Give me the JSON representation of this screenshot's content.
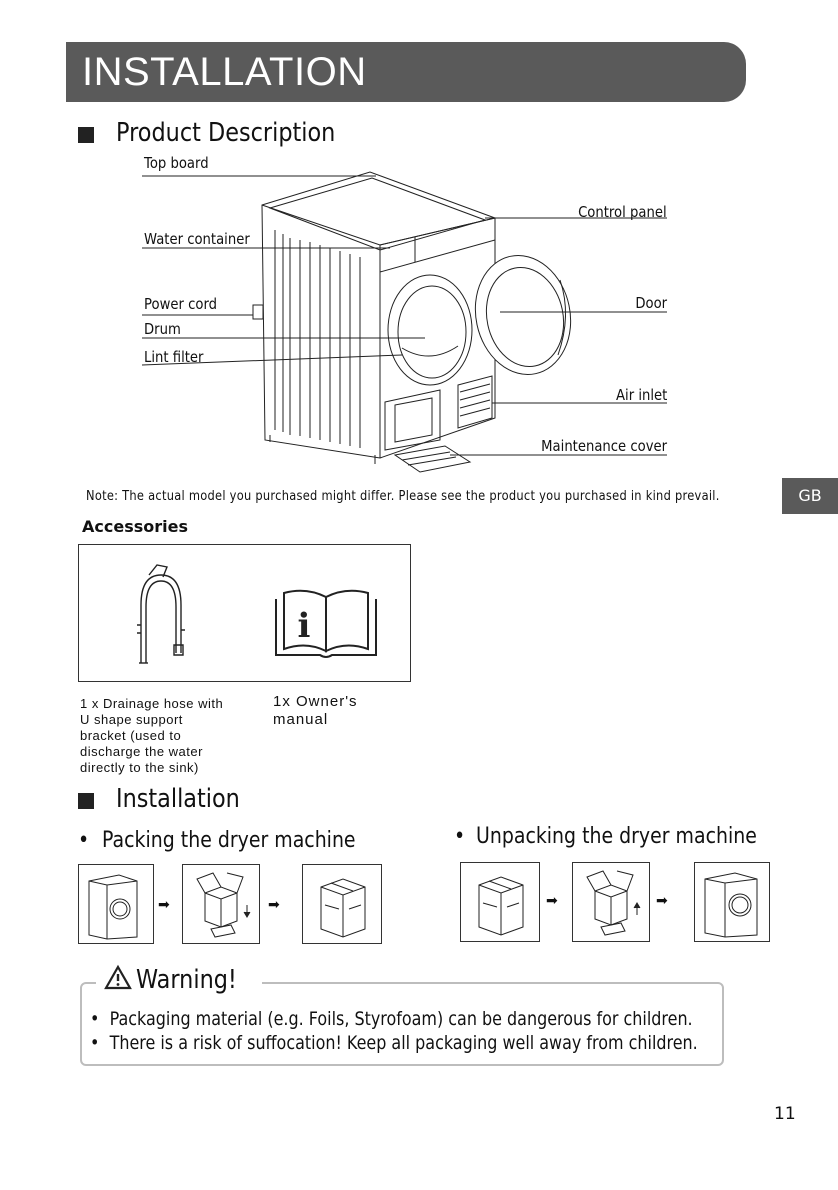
{
  "header": {
    "title": "INSTALLATION"
  },
  "product_description": {
    "heading": "Product Description",
    "labels": {
      "top_board": "Top  board",
      "water_container": "Water container",
      "power_cord": "Power cord",
      "drum": "Drum",
      "lint_filter": "Lint filter",
      "control_panel": "Control panel",
      "door": "Door",
      "air_inlet": "Air inlet",
      "maintenance_cover": "Maintenance cover"
    },
    "note": "Note: The actual model you purchased might differ. Please see the product you purchased in kind prevail."
  },
  "side_tab": {
    "label": "GB"
  },
  "accessories": {
    "title": "Accessories",
    "items": [
      {
        "caption": [
          "1 x Drainage hose with",
          "U shape support",
          "bracket (used to",
          "discharge the water",
          "directly to the sink)"
        ],
        "icon": "drainage-hose-icon"
      },
      {
        "caption": [
          "1x  Owner's",
          "manual"
        ],
        "icon": "owners-manual-icon"
      }
    ]
  },
  "installation": {
    "heading": "Installation",
    "packing": {
      "title": "Packing the dryer  machine",
      "bullet": "•"
    },
    "unpacking": {
      "title": "Unpacking the dryer machine",
      "bullet": "•"
    }
  },
  "warning": {
    "title": "Warning!",
    "items": [
      "Packaging material (e.g. Foils, Styrofoam) can be dangerous for children.",
      "There is a risk of suffocation! Keep all packaging well away from children."
    ],
    "bullet": "•"
  },
  "footer": {
    "page_number": "11"
  }
}
